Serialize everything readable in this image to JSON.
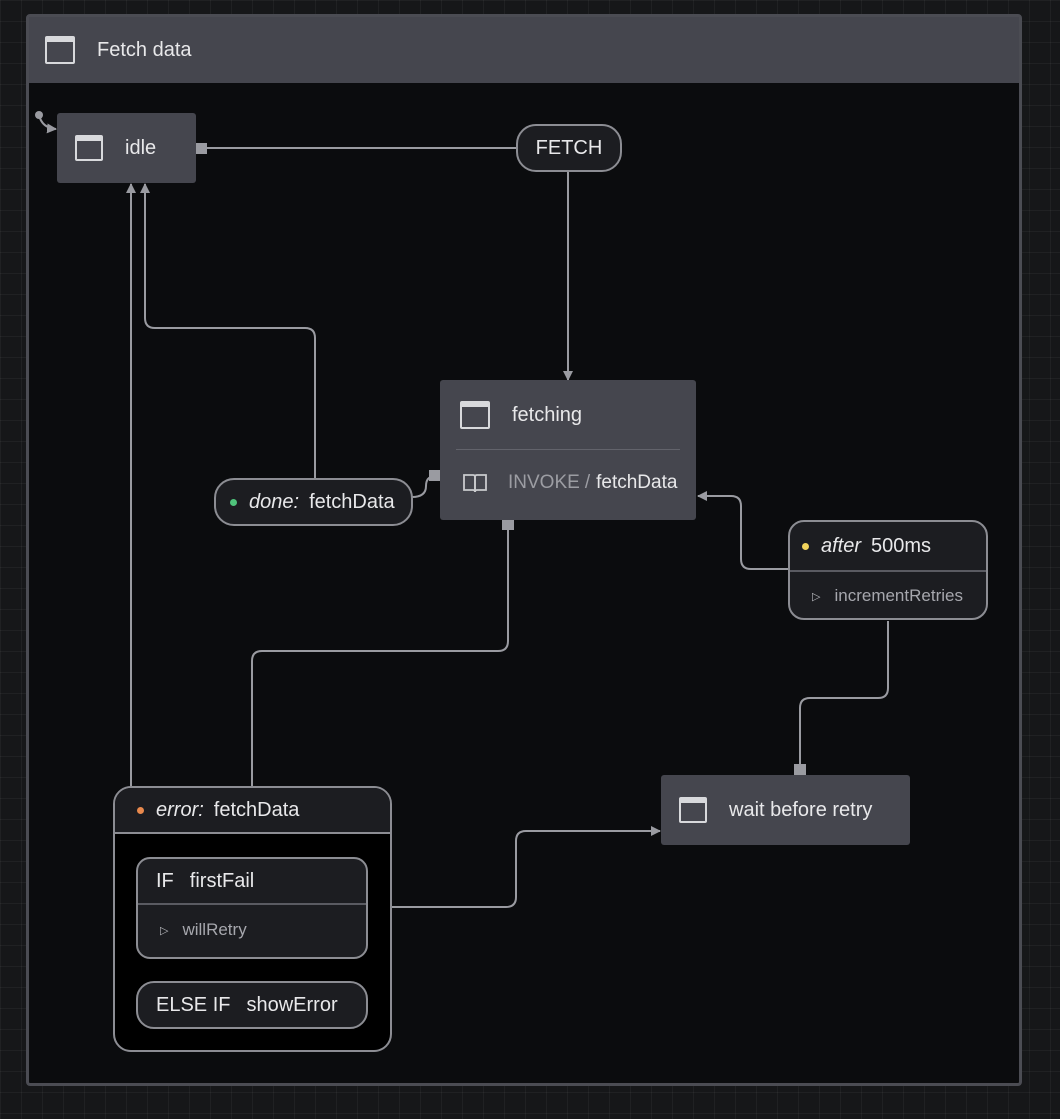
{
  "machine": {
    "title": "Fetch data",
    "icon": "state-icon"
  },
  "states": {
    "idle": {
      "label": "idle"
    },
    "fetching": {
      "label": "fetching",
      "invoke_keyword": "INVOKE",
      "invoke_separator": "/",
      "invoke_name": "fetchData"
    },
    "wait": {
      "label": "wait before retry"
    }
  },
  "events": {
    "fetch": {
      "label": "FETCH"
    },
    "done": {
      "prefix": "done:",
      "name": "fetchData",
      "dot_color": "#4fc37b"
    },
    "after": {
      "prefix": "after",
      "delay": "500ms",
      "action": "incrementRetries",
      "dot_color": "#f2d45c"
    },
    "error": {
      "prefix": "error:",
      "name": "fetchData",
      "dot_color": "#e8894d",
      "guard_if": {
        "keyword": "IF",
        "condition": "firstFail",
        "action": "willRetry"
      },
      "guard_else": {
        "keyword": "ELSE IF",
        "condition": "showError"
      }
    }
  },
  "colors": {
    "edge": "#9a9ba1",
    "state_fill": "#45464e",
    "canvas": "#0b0c0e"
  }
}
